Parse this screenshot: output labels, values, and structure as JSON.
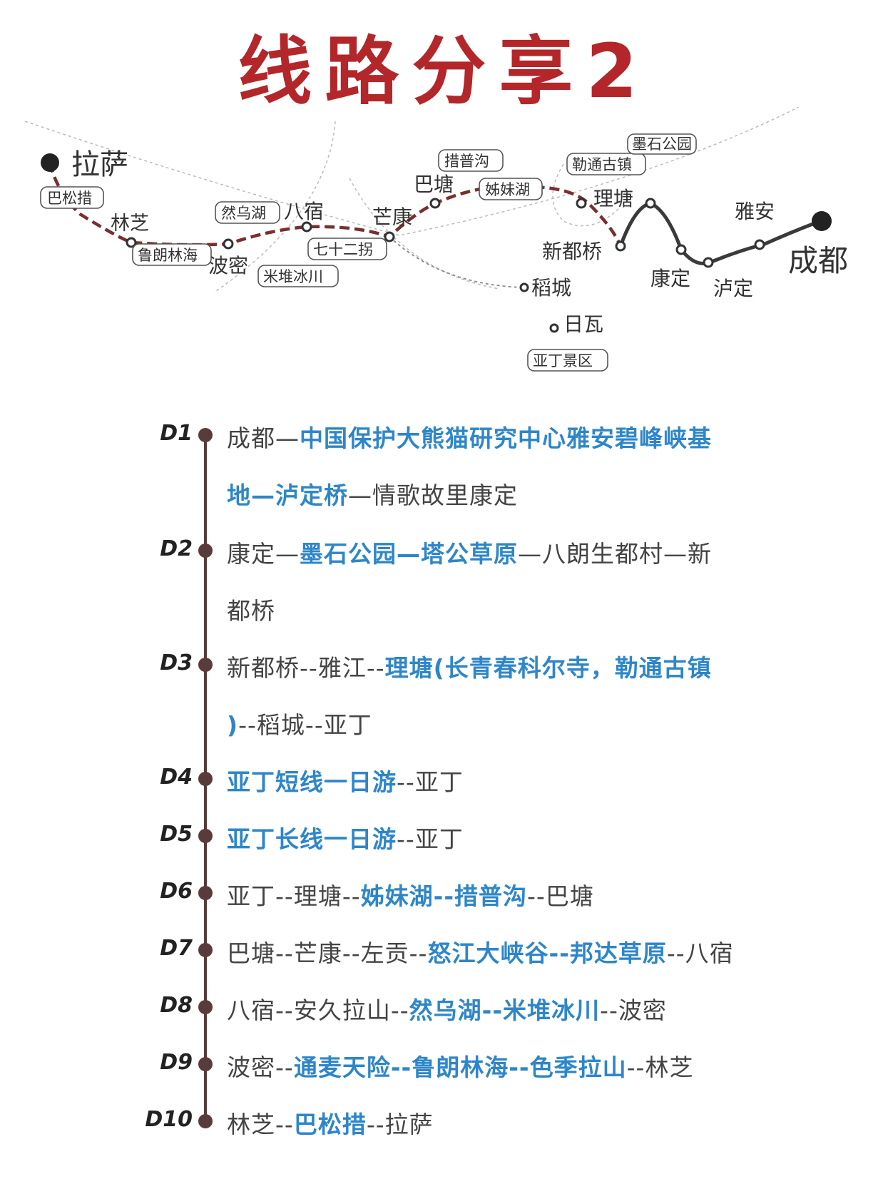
{
  "title": "线路分享2",
  "colors": {
    "title": "#b3262a",
    "route_dashed": "#7a2e2e",
    "route_solid": "#3a3a3a",
    "highlight": "#2e86c9",
    "text": "#444444"
  },
  "map": {
    "endpoints": {
      "start": "拉萨",
      "end": "成都"
    },
    "cities": [
      "林芝",
      "波密",
      "八宿",
      "芒康",
      "巴塘",
      "理塘",
      "新都桥",
      "康定",
      "泸定",
      "雅安",
      "稻城",
      "日瓦"
    ],
    "tags": [
      "巴松措",
      "鲁朗林海",
      "然乌湖",
      "米堆冰川",
      "七十二拐",
      "措普沟",
      "姊妹湖",
      "勒通古镇",
      "墨石公园",
      "亚丁景区"
    ]
  },
  "days": [
    {
      "label": "D1",
      "lines": [
        [
          {
            "t": "成都—",
            "c": "dark"
          },
          {
            "t": "中国保护大熊猫研究中心雅安碧峰峡基",
            "c": "blue"
          }
        ],
        [
          {
            "t": "地—泸定桥",
            "c": "blue"
          },
          {
            "t": "—情歌故里康定",
            "c": "dark"
          }
        ]
      ]
    },
    {
      "label": "D2",
      "lines": [
        [
          {
            "t": "康定—",
            "c": "dark"
          },
          {
            "t": "墨石公园—塔公草原",
            "c": "blue"
          },
          {
            "t": "—八朗生都村—新",
            "c": "dark"
          }
        ],
        [
          {
            "t": "都桥",
            "c": "dark"
          }
        ]
      ]
    },
    {
      "label": "D3",
      "lines": [
        [
          {
            "t": "新都桥--雅江--",
            "c": "dark"
          },
          {
            "t": "理塘(长青春科尔寺，勒通古镇",
            "c": "blue"
          }
        ],
        [
          {
            "t": ")",
            "c": "blue"
          },
          {
            "t": "--稻城--亚丁",
            "c": "dark"
          }
        ]
      ]
    },
    {
      "label": "D4",
      "lines": [
        [
          {
            "t": "亚丁短线一日游",
            "c": "blue"
          },
          {
            "t": "--亚丁",
            "c": "dark"
          }
        ]
      ]
    },
    {
      "label": "D5",
      "lines": [
        [
          {
            "t": "亚丁长线一日游",
            "c": "blue"
          },
          {
            "t": "--亚丁",
            "c": "dark"
          }
        ]
      ]
    },
    {
      "label": "D6",
      "lines": [
        [
          {
            "t": "亚丁--理塘--",
            "c": "dark"
          },
          {
            "t": "姊妹湖--措普沟",
            "c": "blue"
          },
          {
            "t": "--巴塘",
            "c": "dark"
          }
        ]
      ]
    },
    {
      "label": "D7",
      "lines": [
        [
          {
            "t": "巴塘--芒康--左贡--",
            "c": "dark"
          },
          {
            "t": "怒江大峡谷--邦达草原",
            "c": "blue"
          },
          {
            "t": "--八宿",
            "c": "dark"
          }
        ]
      ]
    },
    {
      "label": "D8",
      "lines": [
        [
          {
            "t": "八宿--安久拉山--",
            "c": "dark"
          },
          {
            "t": "然乌湖--米堆冰川",
            "c": "blue"
          },
          {
            "t": "--波密",
            "c": "dark"
          }
        ]
      ]
    },
    {
      "label": "D9",
      "lines": [
        [
          {
            "t": "波密--",
            "c": "dark"
          },
          {
            "t": "通麦天险--鲁朗林海--色季拉山",
            "c": "blue"
          },
          {
            "t": "--林芝",
            "c": "dark"
          }
        ]
      ]
    },
    {
      "label": "D10",
      "lines": [
        [
          {
            "t": "林芝--",
            "c": "dark"
          },
          {
            "t": "巴松措",
            "c": "blue"
          },
          {
            "t": "--拉萨",
            "c": "dark"
          }
        ]
      ]
    }
  ]
}
